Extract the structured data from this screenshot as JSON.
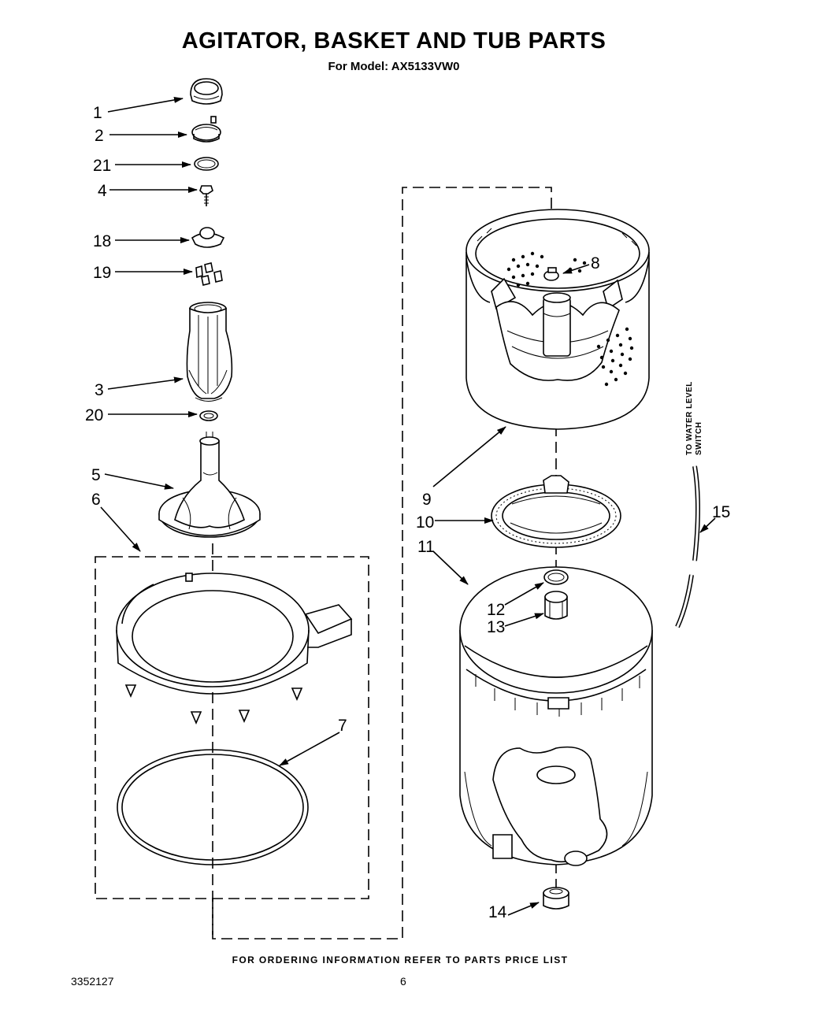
{
  "header": {
    "title": "AGITATOR, BASKET AND TUB PARTS",
    "subtitle": "For Model: AX5133VW0"
  },
  "callouts": {
    "p1": "1",
    "p2": "2",
    "p21": "21",
    "p4": "4",
    "p18": "18",
    "p19": "19",
    "p3": "3",
    "p20": "20",
    "p5": "5",
    "p6": "6",
    "p7": "7",
    "p8": "8",
    "p9": "9",
    "p10": "10",
    "p11": "11",
    "p12": "12",
    "p13": "13",
    "p14": "14",
    "p15": "15"
  },
  "side_label": {
    "line1": "TO WATER LEVEL",
    "line2": "SWITCH"
  },
  "footer": {
    "note": "FOR ORDERING INFORMATION REFER TO PARTS PRICE LIST",
    "doc_number": "3352127",
    "page_number": "6"
  }
}
